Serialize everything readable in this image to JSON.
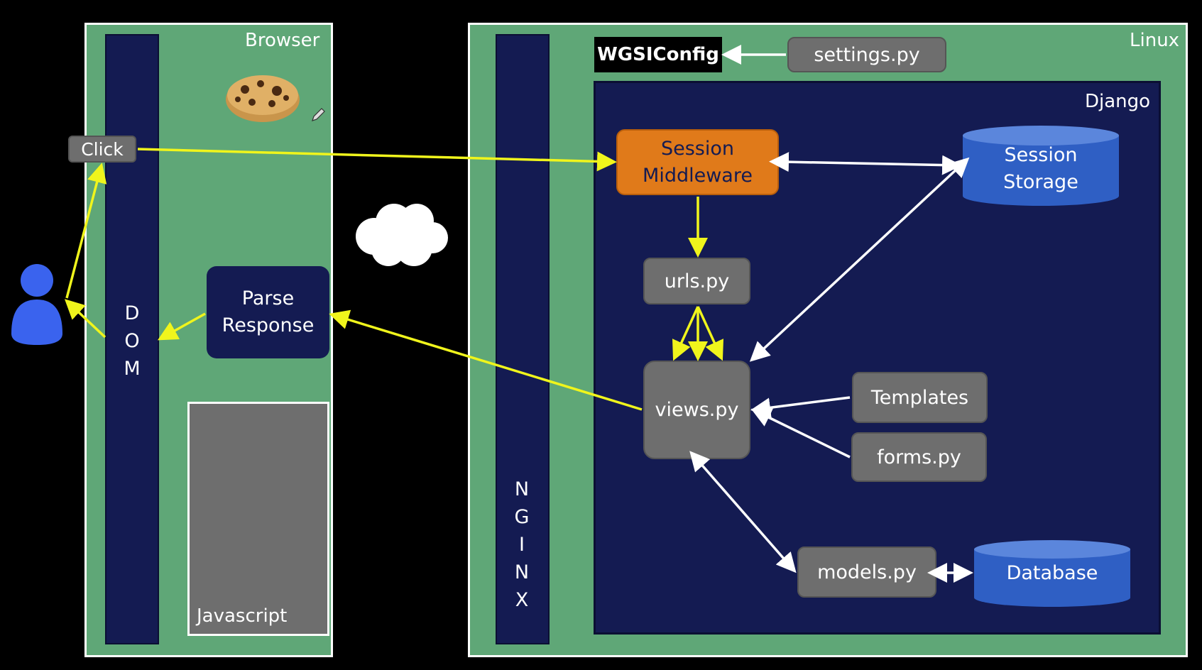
{
  "browser": {
    "title": "Browser",
    "dom_letters": [
      "D",
      "O",
      "M"
    ],
    "click_label": "Click",
    "parse_response_lines": [
      "Parse",
      "Response"
    ],
    "javascript_label": "Javascript"
  },
  "linux": {
    "title": "Linux",
    "nginx_letters": [
      "N",
      "G",
      "I",
      "N",
      "X"
    ],
    "wsgi_label": "WGSIConfig",
    "settings_label": "settings.py"
  },
  "django": {
    "title": "Django",
    "session_middleware_lines": [
      "Session",
      "Middleware"
    ],
    "session_storage_lines": [
      "Session",
      "Storage"
    ],
    "urls_label": "urls.py",
    "views_label": "views.py",
    "templates_label": "Templates",
    "forms_label": "forms.py",
    "models_label": "models.py",
    "database_label": "Database"
  },
  "colors": {
    "panel_green": "#5fa777",
    "navy": "#141b52",
    "gray": "#6e6e6e",
    "orange": "#e07a1a",
    "cylinder_blue": "#2f5fc4",
    "arrow_yellow": "#f0f51c",
    "arrow_white": "#ffffff",
    "person_blue": "#3a63ee"
  },
  "icons": [
    "user-icon",
    "cookie-icon",
    "pencil-icon",
    "cloud-icon"
  ]
}
